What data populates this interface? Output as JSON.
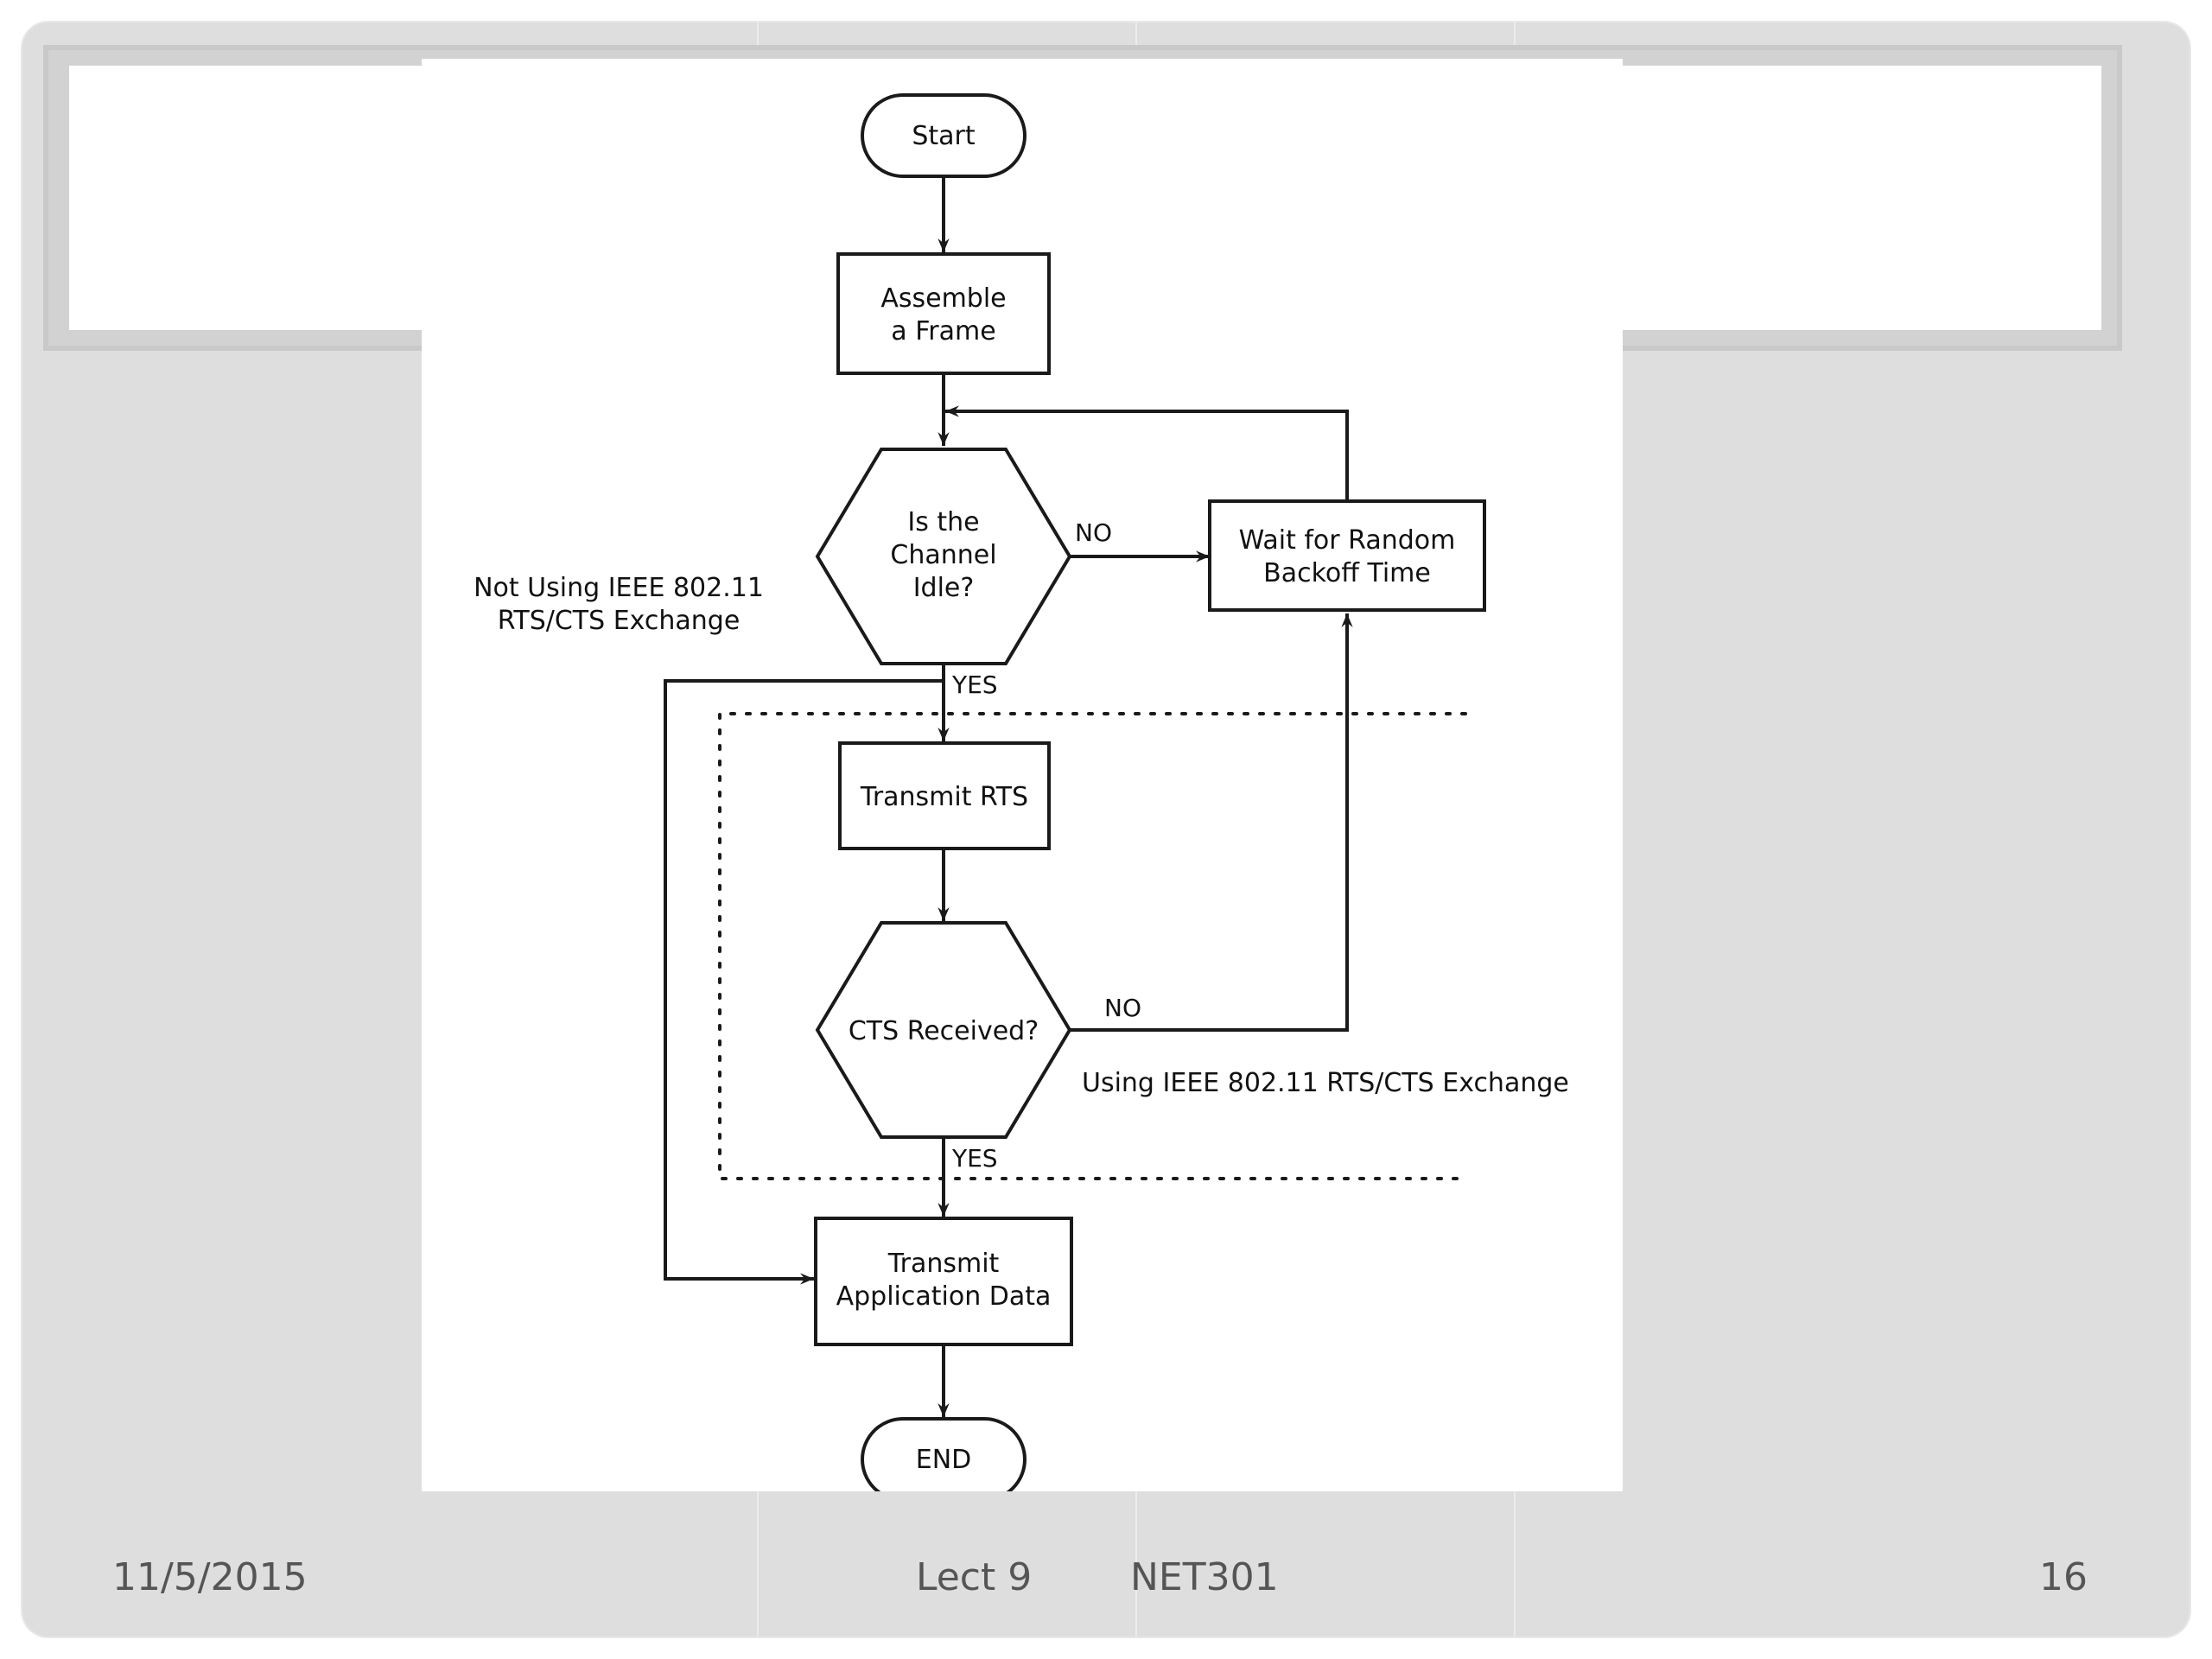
{
  "footer": {
    "date": "11/5/2015",
    "lecture": "Lect 9",
    "course": "NET301",
    "page_number": "16"
  },
  "diagram": {
    "nodes": {
      "start": "Start",
      "assemble_line1": "Assemble",
      "assemble_line2": "a Frame",
      "channel_idle_line1": "Is the",
      "channel_idle_line2": "Channel",
      "channel_idle_line3": "Idle?",
      "wait_line1": "Wait for Random",
      "wait_line2": "Backoff Time",
      "transmit_rts": "Transmit RTS",
      "cts_received": "CTS Received?",
      "transmit_data_line1": "Transmit",
      "transmit_data_line2": "Application Data",
      "end": "END"
    },
    "edge_labels": {
      "idle_no": "NO",
      "idle_yes": "YES",
      "cts_no": "NO",
      "cts_yes": "YES"
    },
    "annotations": {
      "not_using_line1": "Not Using IEEE 802.11",
      "not_using_line2": "RTS/CTS Exchange",
      "using": "Using IEEE 802.11 RTS/CTS Exchange"
    }
  },
  "colors": {
    "slide_background": "#dedede",
    "diagram_stroke": "#1a1a1a",
    "footer_text": "#555555"
  }
}
